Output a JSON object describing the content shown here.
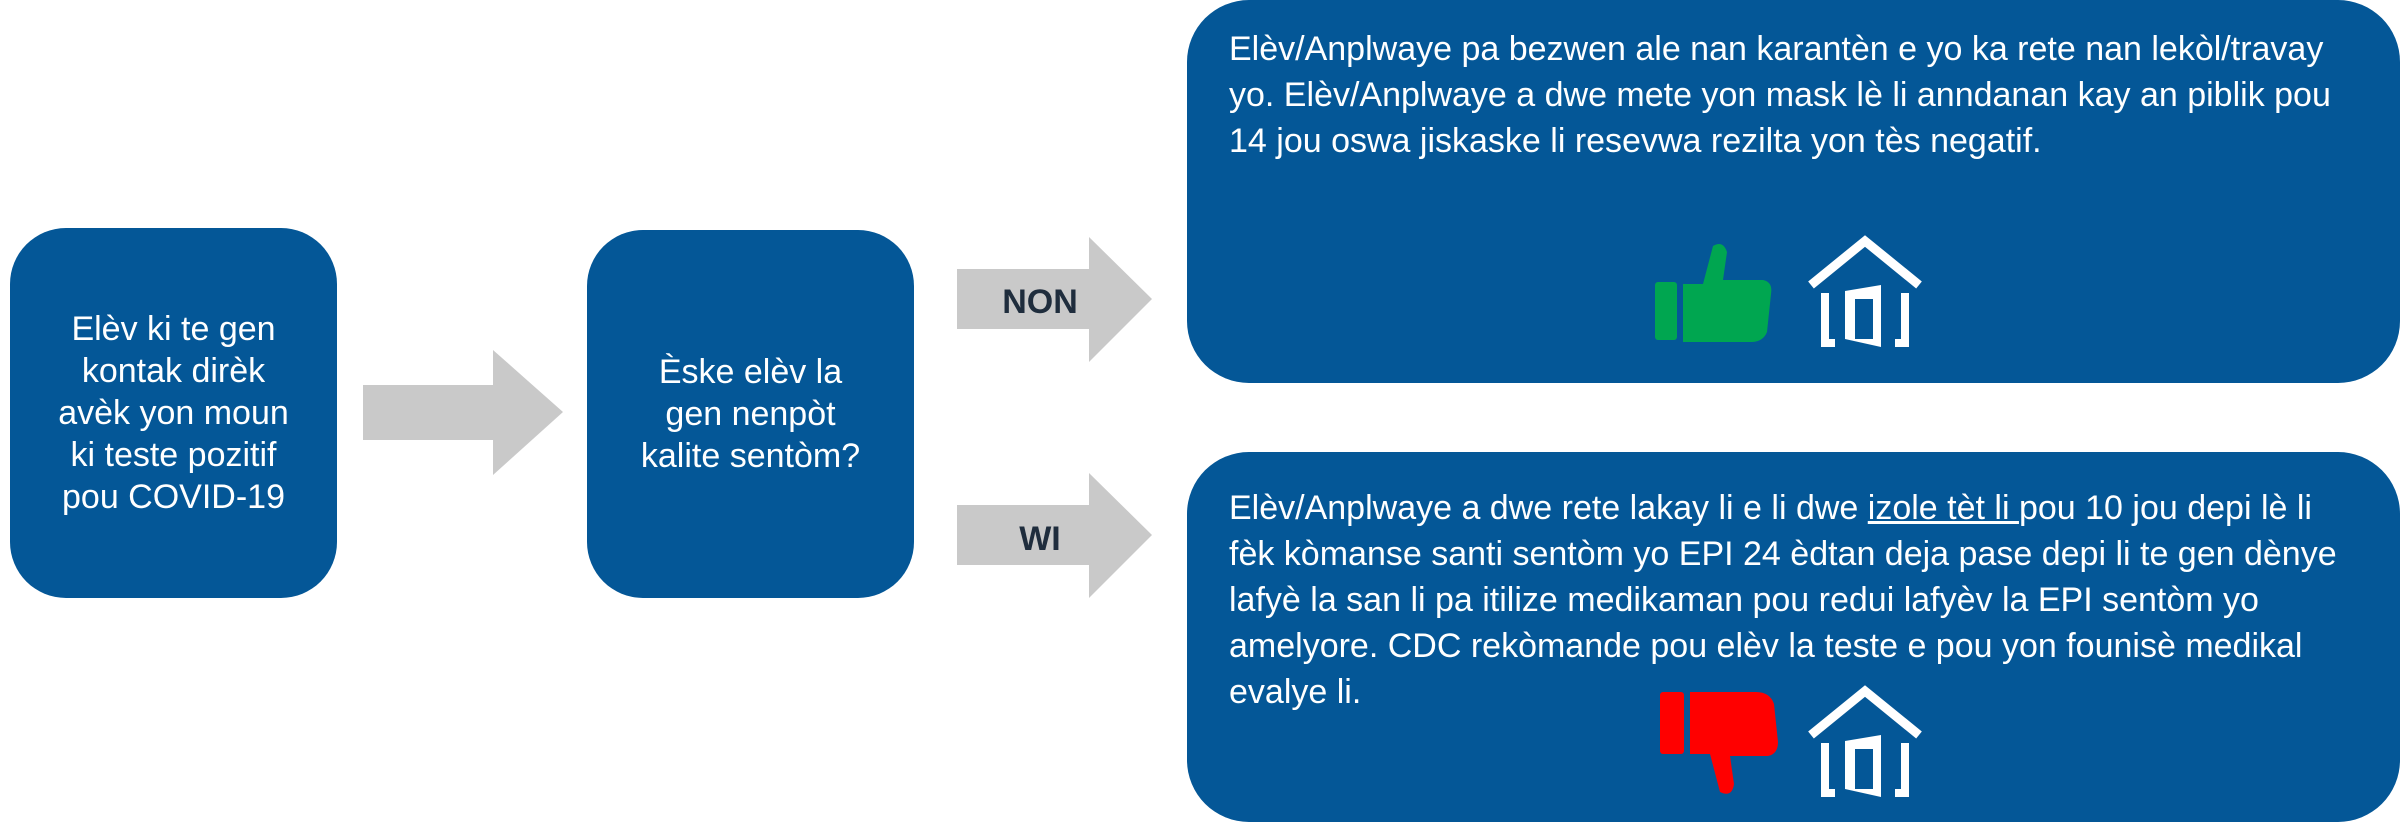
{
  "colors": {
    "box_fill": "#045797",
    "arrow_fill": "#c9c9c9",
    "thumbs_up": "#00a650",
    "thumbs_down": "#ff0000",
    "label_text": "#1f2d3d"
  },
  "start_box": {
    "text": "Elèv ki te gen\nkontak dirèk\navèk yon moun\nki teste pozitif\npou COVID-19"
  },
  "question_box": {
    "text": "Èske elèv la\ngen nenpòt\nkalite sentòm?"
  },
  "branch_no": {
    "label": "NON",
    "text": "Elèv/Anplwaye pa bezwen ale nan karantèn e yo ka rete nan lekòl/travay yo. Elèv/Anplwaye a dwe mete yon mask lè li anndanan kay an piblik pou 14 jou oswa jiskaske li resevwa rezilta yon tès negatif.",
    "icons": [
      "thumbs-up-icon",
      "house-door-icon"
    ]
  },
  "branch_yes": {
    "label": "WI",
    "text_before": "Elèv/Anplwaye a dwe rete lakay li e li dwe ",
    "text_underlined": "izole tèt li ",
    "text_after": " pou 10 jou depi lè li fèk kòmanse santi sentòm yo EPI 24 èdtan deja pase depi li te gen dènye lafyè la san li pa itilize medikaman pou redui lafyèv la EPI sentòm yo amelyore. CDC rekòmande pou elèv la teste e pou yon founisè medikal evalye li.",
    "icons": [
      "thumbs-down-icon",
      "house-door-icon"
    ]
  }
}
